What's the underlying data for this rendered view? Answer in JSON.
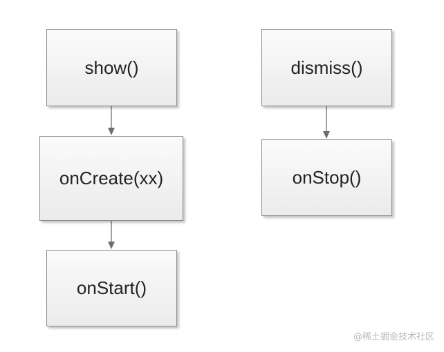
{
  "nodes": {
    "show": "show()",
    "oncreate": "onCreate(xx)",
    "onstart": "onStart()",
    "dismiss": "dismiss()",
    "onstop": "onStop()"
  },
  "edges": [
    {
      "from": "show",
      "to": "oncreate"
    },
    {
      "from": "oncreate",
      "to": "onstart"
    },
    {
      "from": "dismiss",
      "to": "onstop"
    }
  ],
  "watermark": "@稀土掘金技术社区",
  "colors": {
    "border": "#8a8a8a",
    "connector": "#6e6e6e",
    "text": "#222222"
  }
}
